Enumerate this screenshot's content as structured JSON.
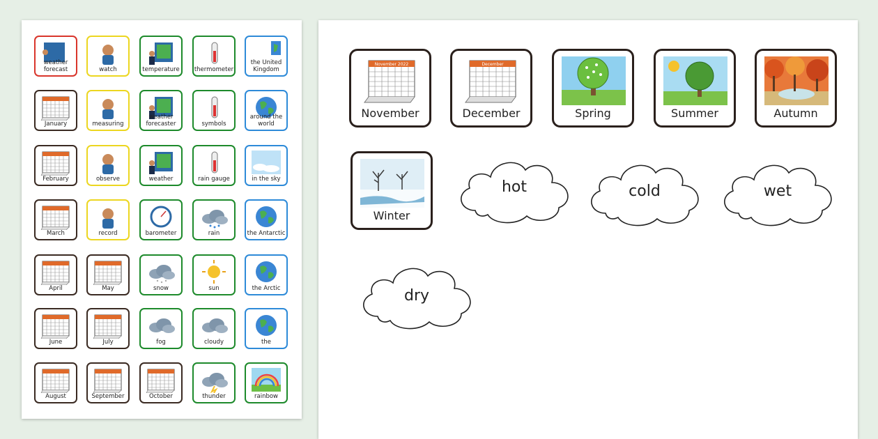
{
  "left_sheet": {
    "cards": [
      [
        "weather forecast",
        "watch",
        "temperature",
        "thermometer",
        "the United Kingdom"
      ],
      [
        "January",
        "measuring",
        "weather forecaster",
        "symbols",
        "around the world"
      ],
      [
        "February",
        "observe",
        "weather",
        "rain gauge",
        "in the sky"
      ],
      [
        "March",
        "record",
        "barometer",
        "rain",
        "the Antarctic"
      ],
      [
        "April",
        "May",
        "snow",
        "sun",
        "the Arctic"
      ],
      [
        "June",
        "July",
        "fog",
        "cloudy",
        "the"
      ],
      [
        "August",
        "September",
        "October",
        "thunder",
        "rainbow"
      ]
    ]
  },
  "right_sheet": {
    "picture_cards": [
      "November",
      "December",
      "Spring",
      "Summer",
      "Autumn",
      "Winter"
    ],
    "calendar_headers": [
      "November 2022",
      "December"
    ],
    "clouds": [
      "hot",
      "cold",
      "wet",
      "dry"
    ]
  },
  "colors": {
    "background": "#e6efe6",
    "red_border": "#d9352b",
    "yellow_border": "#ecd620",
    "green_border": "#1d8a2b",
    "blue_border": "#2d8ad8",
    "brown_border": "#3a2a22"
  },
  "icons": {
    "col1": "calendar-icon",
    "col2": "activity-icon",
    "col3": "weather-icon",
    "col4": "weather-icon",
    "col5": "globe-icon"
  }
}
